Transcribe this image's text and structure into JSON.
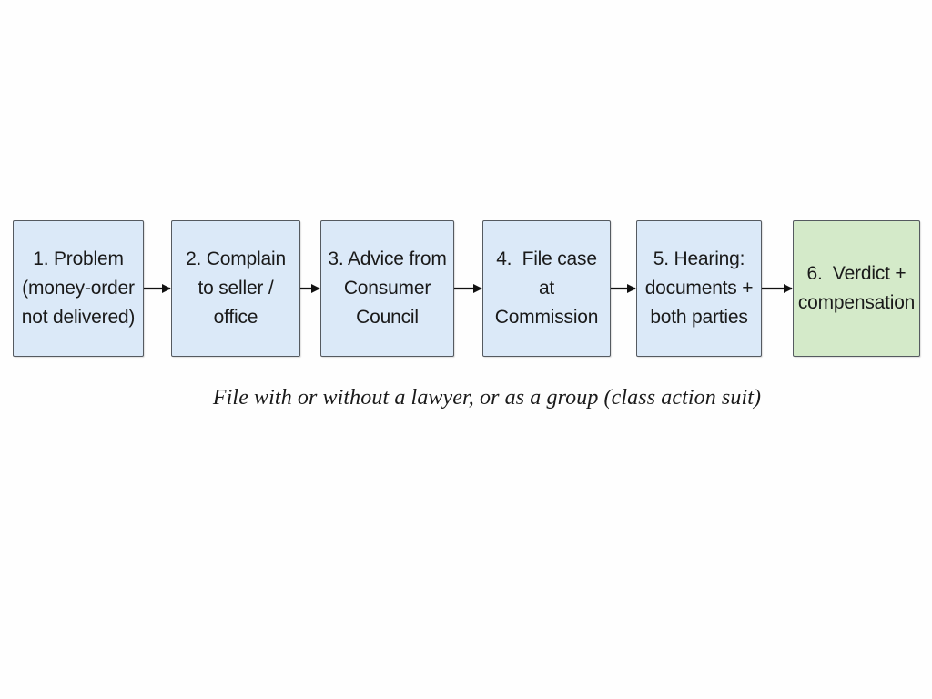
{
  "colors": {
    "step_fill": "#dbe9f8",
    "final_fill": "#d4eac9",
    "border": "#555a60",
    "arrow": "#111111",
    "text": "#1a1a1a"
  },
  "steps": [
    {
      "lines": [
        "1. Problem",
        "(money-order",
        "not delivered)"
      ],
      "kind": "step"
    },
    {
      "lines": [
        "2. Complain",
        "to seller /",
        "office"
      ],
      "kind": "step"
    },
    {
      "lines": [
        "3. Advice from",
        "Consumer",
        "Council"
      ],
      "kind": "step"
    },
    {
      "lines": [
        "4.  File case",
        "at",
        "Commission"
      ],
      "kind": "step"
    },
    {
      "lines": [
        "5. Hearing:",
        "documents +",
        "both parties"
      ],
      "kind": "step"
    },
    {
      "lines": [
        "6.  Verdict +",
        "compensation"
      ],
      "kind": "final"
    }
  ],
  "caption": "File with or without a lawyer, or as a group (class action suit)"
}
